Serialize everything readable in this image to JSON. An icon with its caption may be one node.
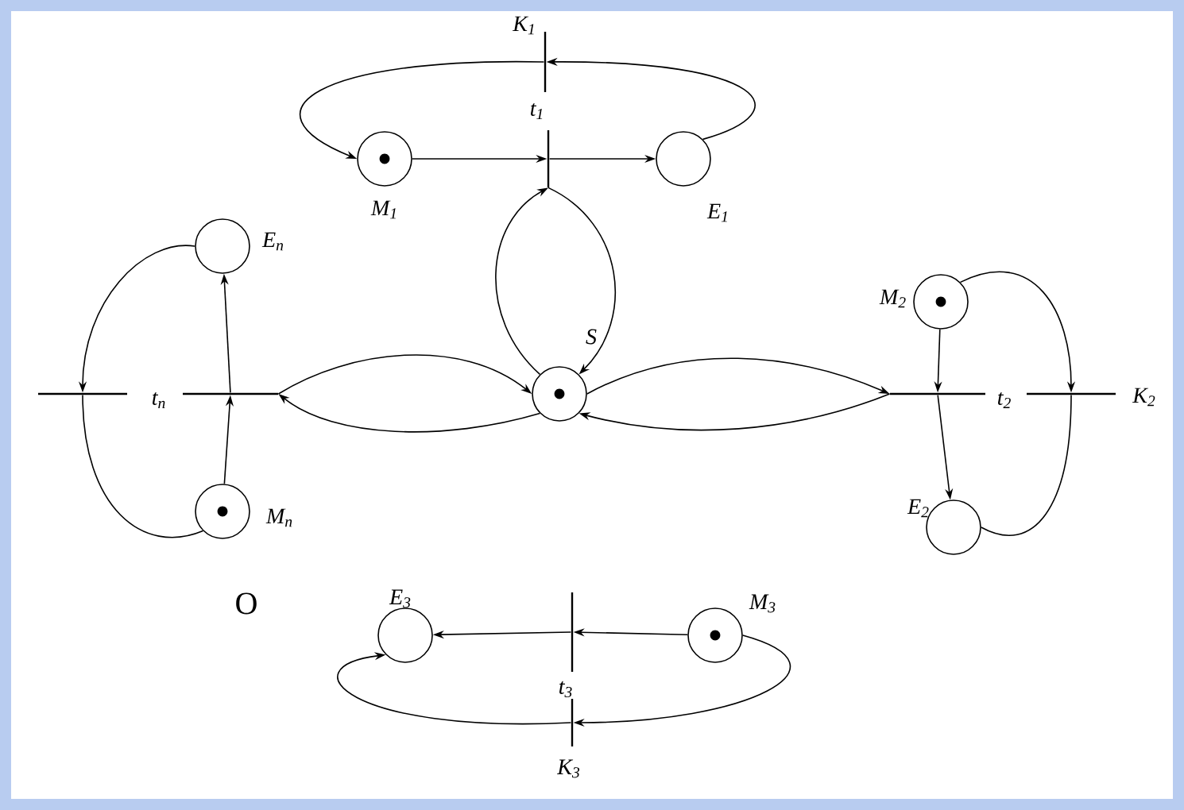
{
  "diagram": {
    "nodes": [
      {
        "text": [
          "K$_{1}$"
        ]
      },
      {
        "text": [
          "t$_{1}$"
        ]
      },
      {
        "text": [
          "M$_{1}$"
        ]
      },
      {
        "text": [
          "E$_{1}$"
        ]
      },
      {
        "text": [
          "E$_{n}$"
        ]
      },
      {
        "text": [
          "M$_{2}$"
        ]
      },
      {
        "text": [
          "S"
        ]
      },
      {
        "text": [],
        "shape": "bar"
      },
      {
        "text": [
          "t$_{n}$"
        ]
      },
      {
        "text": [
          "t$_{2}$"
        ]
      },
      {
        "text": [
          "K$_{2}$"
        ]
      },
      {
        "text": [
          "M$_{n}$"
        ]
      },
      {
        "text": [
          "E$_{2}$"
        ]
      },
      {
        "text": [
          "E$_{3}$"
        ]
      },
      {
        "text": [
          "M$_{3}$"
        ]
      },
      {
        "text": [
          "t$_{3}$"
        ]
      },
      {
        "text": [
          "K$_{3}$"
        ]
      }
    ],
    "edges": [
      {
        "from": 3,
        "to": 0,
        "arrow": "to"
      },
      {
        "from": 0,
        "to": 2,
        "arrow": "to"
      },
      {
        "from": 2,
        "to": 1,
        "arrow": "to"
      },
      {
        "from": 1,
        "to": 3,
        "arrow": "to"
      },
      {
        "from": 6,
        "to": 1,
        "arrow": "to"
      },
      {
        "from": 1,
        "to": 6,
        "arrow": "to"
      },
      {
        "from": 5,
        "to": 9,
        "arrow": "to"
      },
      {
        "from": 9,
        "to": 12,
        "arrow": "to"
      },
      {
        "from": 5,
        "to": 10,
        "arrow": "to"
      },
      {
        "from": 10,
        "to": 12,
        "arrow": "none"
      },
      {
        "from": 6,
        "to": 9,
        "arrow": "to"
      },
      {
        "from": 9,
        "to": 6,
        "arrow": "to"
      },
      {
        "from": 11,
        "to": 8,
        "arrow": "to"
      },
      {
        "from": 8,
        "to": 4,
        "arrow": "to"
      },
      {
        "from": 4,
        "to": 7,
        "arrow": "to"
      },
      {
        "from": 7,
        "to": 11,
        "arrow": "none"
      },
      {
        "from": 8,
        "to": 6,
        "arrow": "to"
      },
      {
        "from": 6,
        "to": 8,
        "arrow": "to"
      },
      {
        "from": 14,
        "to": 15,
        "arrow": "to"
      },
      {
        "from": 15,
        "to": 13,
        "arrow": "to"
      },
      {
        "from": 14,
        "to": 16,
        "arrow": "to"
      },
      {
        "from": 16,
        "to": 13,
        "arrow": "to"
      }
    ],
    "labels": [
      "O"
    ]
  }
}
